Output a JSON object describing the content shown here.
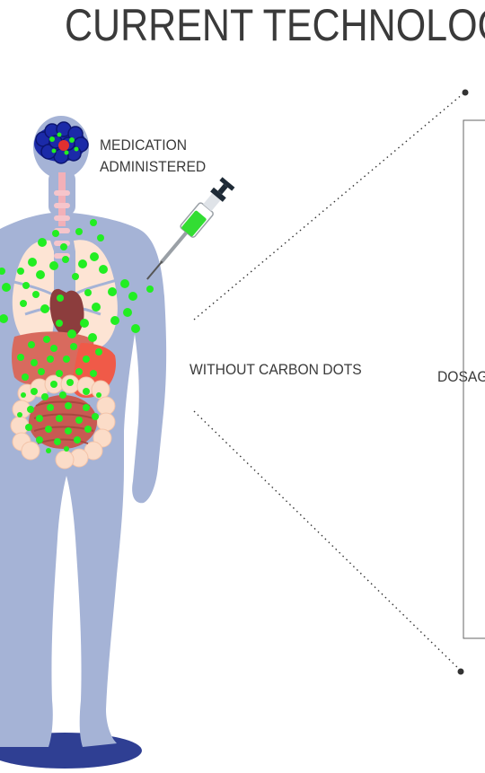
{
  "title": "CURRENT TECHNOLOG",
  "labels": {
    "medication_line1": "MEDICATION",
    "medication_line2": "ADMINISTERED",
    "without_carbon_dots": "WITHOUT CARBON DOTS",
    "dosage": "DOSAG"
  },
  "colors": {
    "body": "#a5b3d6",
    "shadow": "#2f3f93",
    "brain": "#1b2aa8",
    "dots": "#22ee22",
    "text": "#3a3a3a"
  }
}
